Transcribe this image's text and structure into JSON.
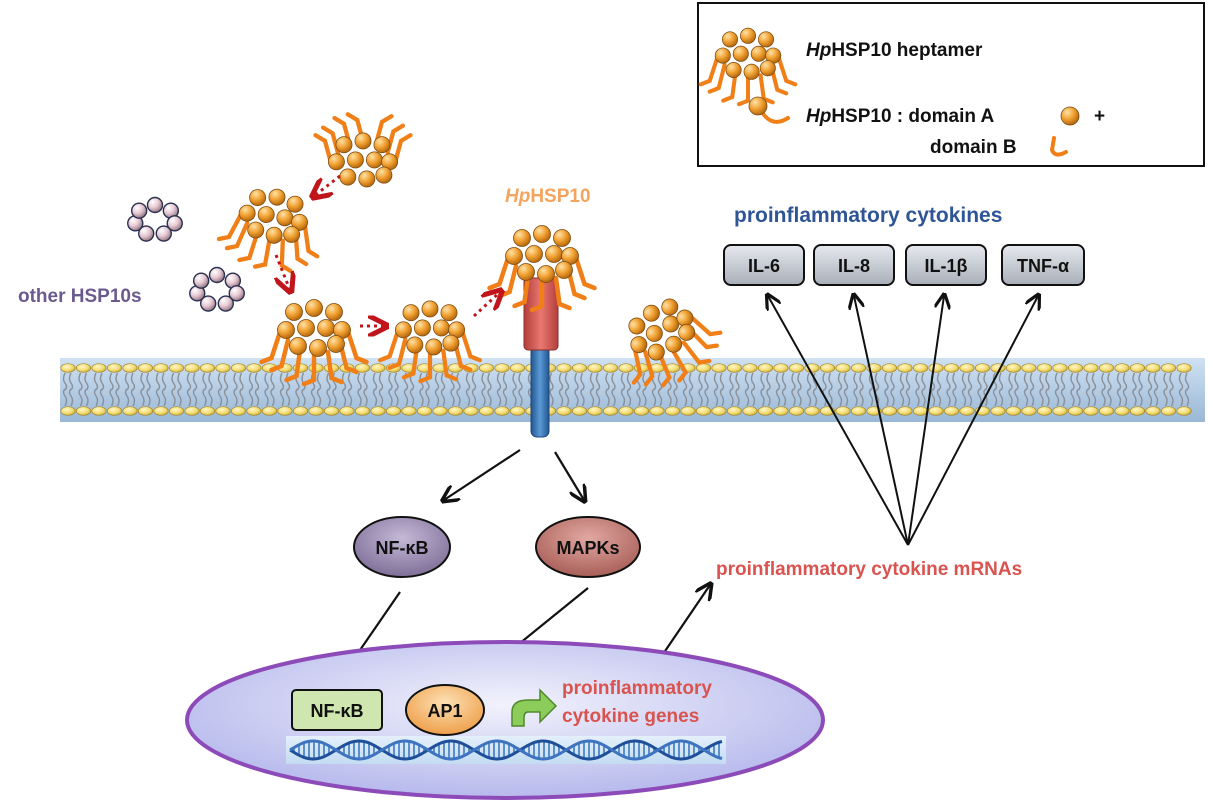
{
  "legend": {
    "heptamer_italic": "Hp",
    "heptamer_rest": "HSP10 heptamer",
    "domain_italic": "Hp",
    "domain_rest": "HSP10 : domain A",
    "plus": "+",
    "domain_b": "domain B"
  },
  "labels": {
    "hphsp10_italic": "Hp",
    "hphsp10_rest": "HSP10",
    "other_hsp10s": "other HSP10s",
    "cytokines_title": "proinflammatory cytokines",
    "cytokine_mrnas": "proinflammatory cytokine mRNAs",
    "genes_line1": "proinflammatory",
    "genes_line2": "cytokine genes"
  },
  "cytokines": [
    "IL-6",
    "IL-8",
    "IL-1β",
    "TNF-α"
  ],
  "pathways": {
    "nfkb": "NF-κB",
    "mapks": "MAPKs"
  },
  "transcription_factors": {
    "nfkb": "NF-κB",
    "ap1": "AP1"
  },
  "colors": {
    "orange_text": "#f5a45d",
    "purple_text": "#6b5a8e",
    "blue_text": "#2f5597",
    "red_text": "#d9534f",
    "bead_orange": "#f0a030",
    "bead_pink": "#e3c6cf",
    "receptor_red": "#d9605a",
    "receptor_blue": "#3f7fc0",
    "nfkb_oval": "#9c8fb0",
    "mapks_oval": "#c9807a",
    "nucleus_fill": "#c6c9f0",
    "nucleus_stroke": "#8c4bb8",
    "nfkb_box": "#cfe6b0",
    "ap1_oval": "#f6c27e"
  }
}
